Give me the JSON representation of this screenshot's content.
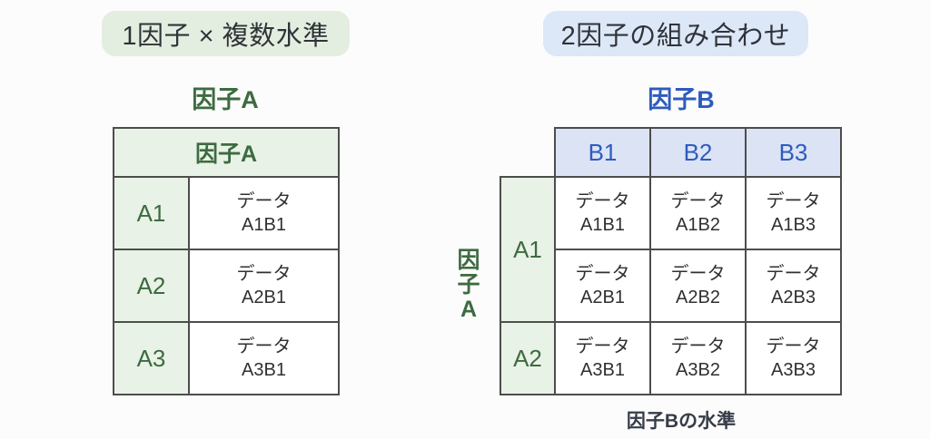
{
  "left_section": {
    "badge": "1因子 × 複数水準",
    "table_title": "因子A",
    "table": {
      "header": "因子A",
      "rows": [
        {
          "label": "A1",
          "data": {
            "line1": "データ",
            "line2": "A1B1"
          }
        },
        {
          "label": "A2",
          "data": {
            "line1": "データ",
            "line2": "A2B1"
          }
        },
        {
          "label": "A3",
          "data": {
            "line1": "データ",
            "line2": "A3B1"
          }
        }
      ]
    }
  },
  "right_section": {
    "badge": "2因子の組み合わせ",
    "table_title": "因子B",
    "vertical_label": "因子A",
    "table": {
      "col_headers": [
        "B1",
        "B2",
        "B3"
      ],
      "row_headers": [
        "A1",
        "A2"
      ],
      "cells": [
        [
          {
            "line1": "データ",
            "line2": "A1B1"
          },
          {
            "line1": "データ",
            "line2": "A1B2"
          },
          {
            "line1": "データ",
            "line2": "A1B3"
          }
        ],
        [
          {
            "line1": "データ",
            "line2": "A2B1"
          },
          {
            "line1": "データ",
            "line2": "A2B2"
          },
          {
            "line1": "データ",
            "line2": "A2B3"
          }
        ],
        [
          {
            "line1": "データ",
            "line2": "A3B1"
          },
          {
            "line1": "データ",
            "line2": "A3B2"
          },
          {
            "line1": "データ",
            "line2": "A3B3"
          }
        ]
      ]
    },
    "caption": "因子Bの水準"
  },
  "colors": {
    "page_background": "#fcfcfc",
    "green_badge_bg": "#e3eee0",
    "blue_badge_bg": "#dce7f8",
    "green_cell_bg": "#e9f2e6",
    "blue_cell_bg": "#dbe3f5",
    "green_text": "#3d6b41",
    "blue_text": "#2e5bbe",
    "dark_text": "#303030",
    "table_border": "#4d4d4d"
  }
}
